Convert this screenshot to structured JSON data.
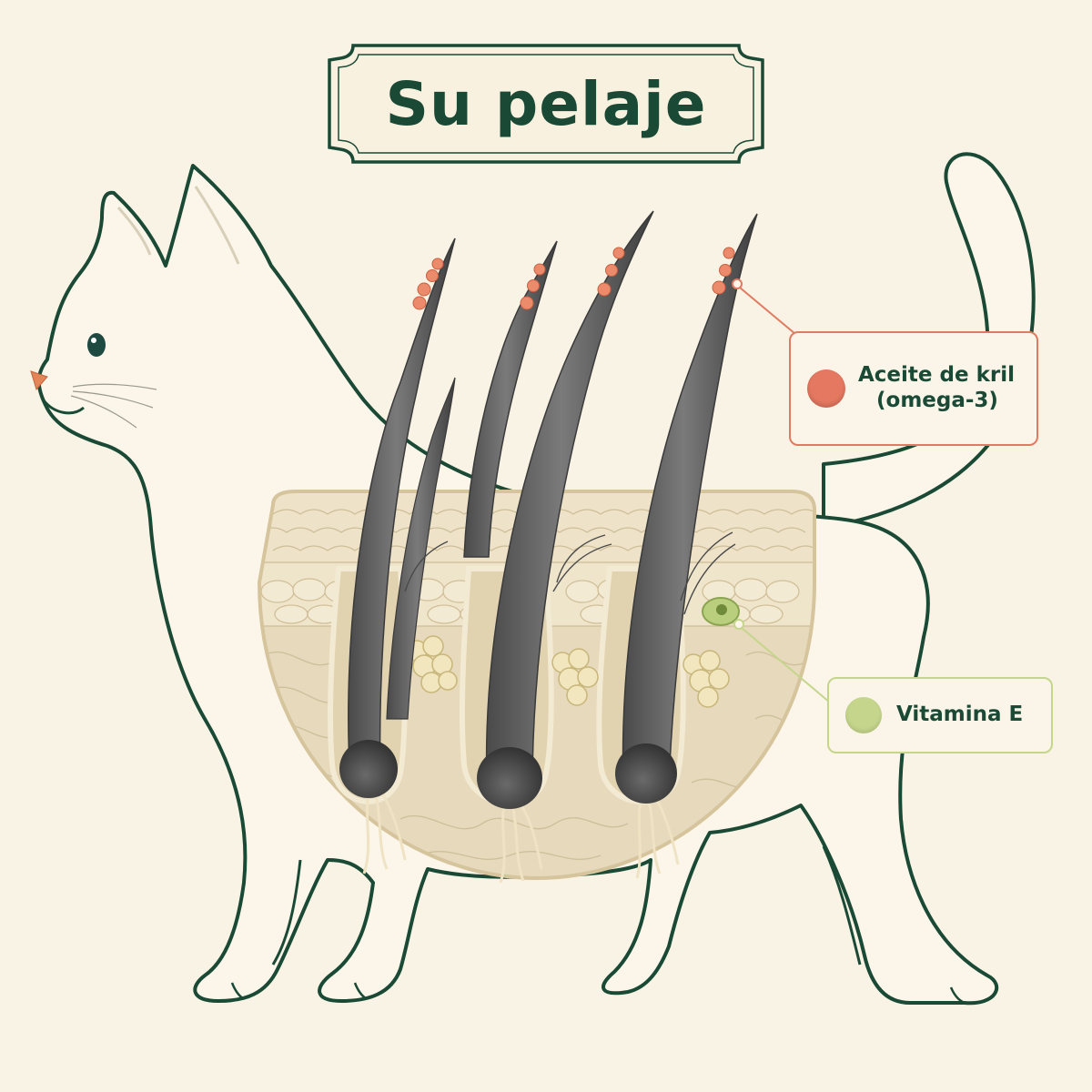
{
  "title": "Su pelaje",
  "callouts": {
    "krill": {
      "line1": "Aceite de kril",
      "line2": "(omega-3)",
      "color": "#e57860"
    },
    "vitamin_e": {
      "label": "Vitamina E",
      "color": "#c5d68c"
    }
  },
  "colors": {
    "background": "#f8f3e4",
    "outline": "#1a4a35",
    "cat_fill": "#fbf6e9",
    "skin": "#e8dcc0",
    "hair": "#5e5e5e"
  }
}
